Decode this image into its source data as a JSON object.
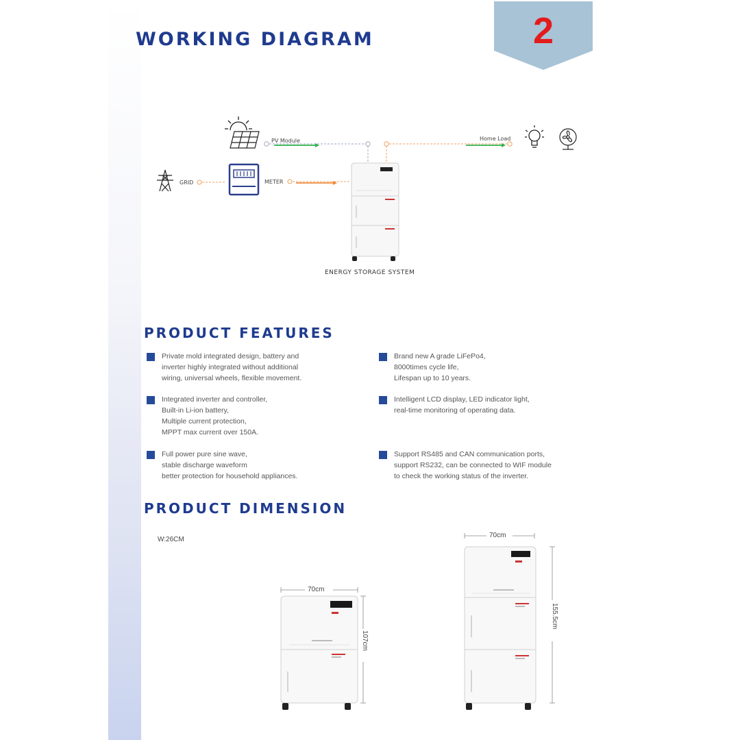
{
  "page": {
    "number": "2"
  },
  "working_diagram": {
    "title": "WORKING DIAGRAM",
    "labels": {
      "pv_module": "PV Module",
      "home_load": "Home Load",
      "grid": "GRID",
      "meter": "METER",
      "ess": "ENERGY STORAGE SYSTEM"
    }
  },
  "features": {
    "title": "PRODUCT FEATURES",
    "items": [
      "Private mold integrated design, battery and\ninverter highly integrated without additional\nwiring, universal wheels, flexible movement.",
      "Brand new A grade LiFePo4,\n8000times cycle life,\nLifespan up to 10 years.",
      "Integrated inverter and controller,\nBuilt-in Li-ion battery,\nMultiple current protection,\nMPPT max current over 150A.",
      "Intelligent LCD display, LED indicator light,\nreal-time monitoring of operating data.",
      "Full power pure sine wave,\nstable discharge waveform\nbetter protection for household appliances.",
      "Support RS485 and CAN communication ports,\nsupport RS232, can be connected to WIF module\nto check the working status of the inverter."
    ],
    "bullet_color": "#254a9a"
  },
  "dimension": {
    "title": "PRODUCT DIMENSION",
    "width_note": "W:26CM",
    "small_unit": {
      "width_label": "70cm",
      "height_label": "107cm"
    },
    "large_unit": {
      "width_label": "70cm",
      "height_label": "155.5cm"
    }
  },
  "colors": {
    "title_blue": "#1f3b8f",
    "badge_bg": "#a8c3d6",
    "badge_number": "#e21c1c",
    "flow_green": "#2fb34a",
    "flow_orange": "#f08a3c"
  }
}
